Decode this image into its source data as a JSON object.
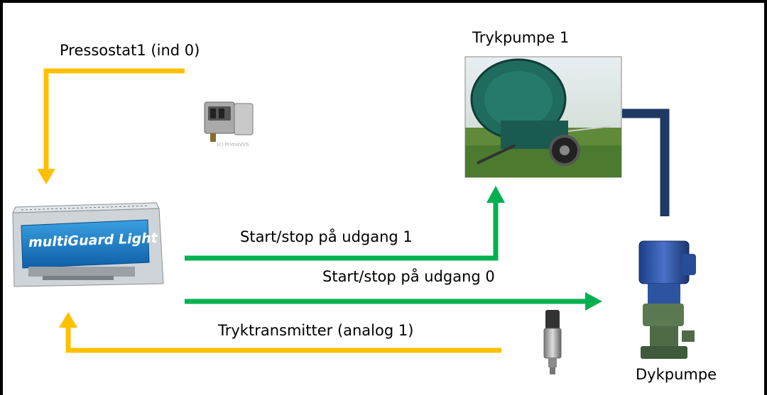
{
  "labels": {
    "pressostat": "Pressostat1 (ind 0)",
    "trykpumpe": "Trykpumpe 1",
    "start_stop_1": "Start/stop på udgang 1",
    "start_stop_0": "Start/stop på udgang 0",
    "tryktransmitter": "Tryktransmitter (analog 1)",
    "dykpumpe": "Dykpumpe"
  },
  "controller": {
    "brand_text": "multiGuard Light"
  },
  "colors": {
    "signal_in": "#FFC000",
    "signal_out": "#00B050",
    "pipe": "#1F3864",
    "frame": "#000000"
  }
}
